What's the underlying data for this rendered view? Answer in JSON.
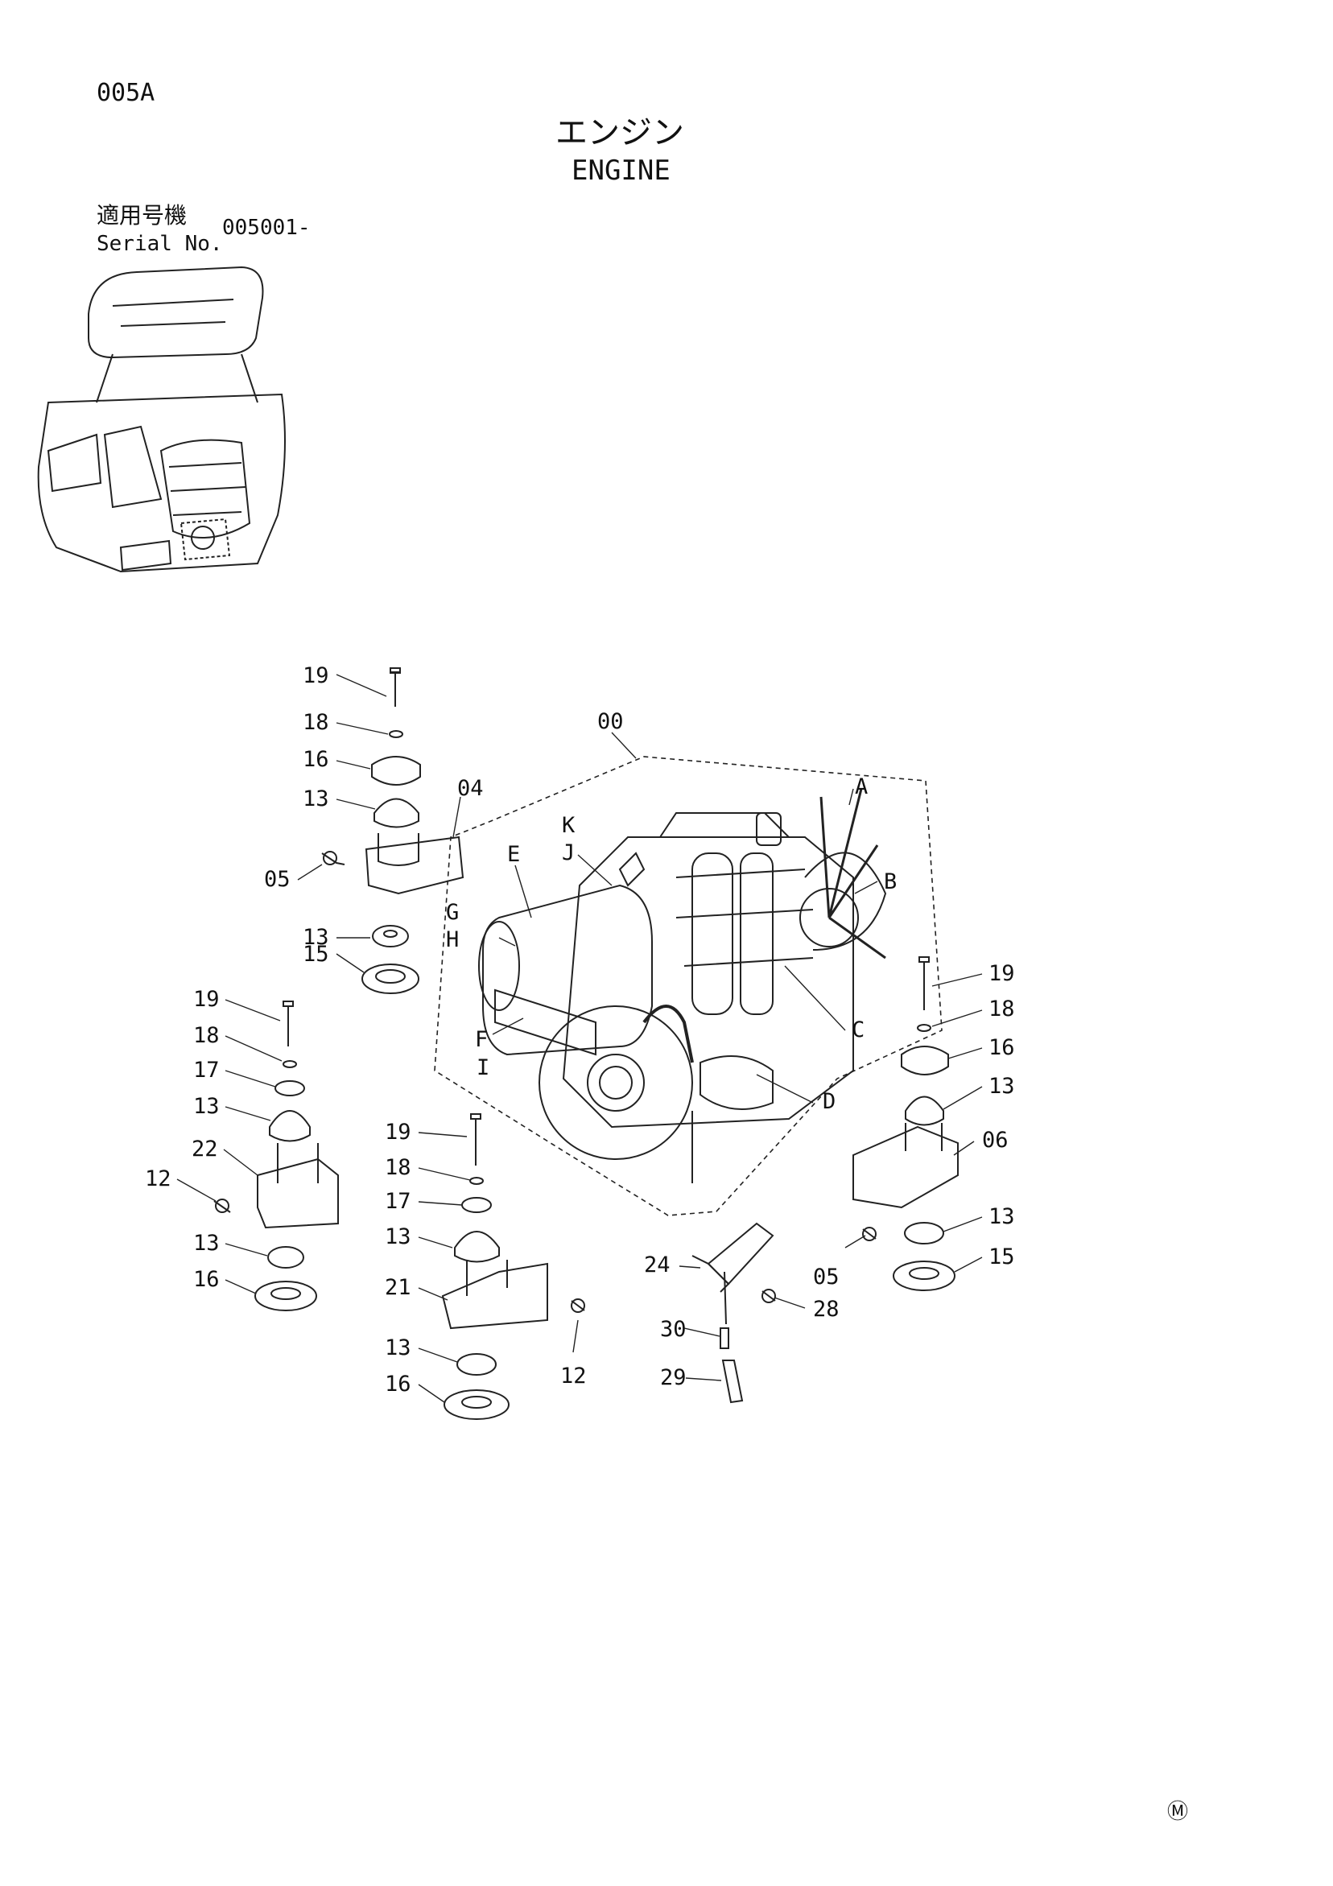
{
  "header": {
    "page_code": "005A",
    "title_jp": "エンジン",
    "title_en": "ENGINE",
    "serial_label_jp": "適用号機",
    "serial_label_en": "Serial No.",
    "serial_value": "005001-"
  },
  "footer": {
    "mark": "Ⓜ"
  },
  "callouts": {
    "left_top": [
      "19",
      "18",
      "16",
      "13",
      "04",
      "05",
      "13",
      "15"
    ],
    "left_bottom": [
      "19",
      "18",
      "17",
      "13",
      "22",
      "12",
      "13",
      "16"
    ],
    "center_bottom": [
      "19",
      "18",
      "17",
      "13",
      "21",
      "12",
      "13",
      "16"
    ],
    "engine": [
      "00",
      "A",
      "B",
      "C",
      "D",
      "E",
      "F",
      "I",
      "G",
      "H",
      "K",
      "J"
    ],
    "right": [
      "19",
      "18",
      "16",
      "13",
      "06",
      "13",
      "15",
      "05"
    ],
    "bottom_parts": [
      "24",
      "28",
      "30",
      "29"
    ]
  }
}
